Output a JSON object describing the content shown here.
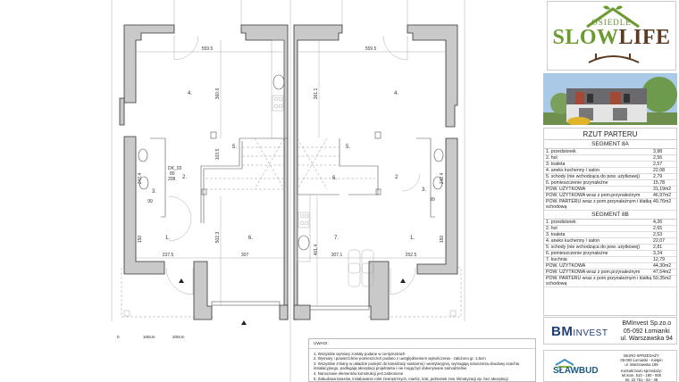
{
  "plan": {
    "dimensions": {
      "top_left_width": "559.5",
      "top_right_width": "559.5",
      "left_room4_height": "360.6",
      "right_room4_height": "361.1",
      "left_stair_offset": "103.5",
      "left_room6_height": "502.3",
      "left_room6_width": "307",
      "left_room1_width": "237.5",
      "left_room1_height": "150",
      "left_wc_height": "242.4",
      "left_wc_width": "99",
      "right_room7_width": "307.1",
      "right_room1_width": "252.5",
      "right_room7_height": "401.4",
      "right_room1_height": "150",
      "right_wc_height": "242.4",
      "right_wc_width": "99"
    },
    "rooms_left": [
      "1.",
      "2.",
      "3.",
      "4.",
      "5.",
      "6."
    ],
    "rooms_right": [
      "1.",
      "2",
      "3.",
      "4.",
      "5.",
      "6.",
      "7."
    ],
    "door_label": [
      "DK_03",
      "80",
      "208"
    ],
    "scale_bar": [
      "0",
      "100cm",
      "200cm"
    ]
  },
  "logo": {
    "top": "OSIEDLE",
    "slow": "SLOW",
    "life": "LIFE",
    "colors": {
      "green": "#6b9a2f",
      "brown": "#5a3b22"
    }
  },
  "table": {
    "title": "RZUT PARTERU",
    "segments": [
      {
        "name": "SEGMENT 8A",
        "rows": [
          {
            "label": "1. przedsionek",
            "value": "3,98"
          },
          {
            "label": "2. hol",
            "value": "2,56"
          },
          {
            "label": "3. toaleta",
            "value": "2,57"
          },
          {
            "label": "4. aneks kuchenny / salon",
            "value": "22,08"
          },
          {
            "label": "5. schody (nie wchodząca do pow. użytkowej)",
            "value": "2,79"
          },
          {
            "label": "6. pomieszczenie przynależne",
            "value": "15,78"
          },
          {
            "label": "POW. UŻYTKOWA",
            "value": "31,19m2"
          },
          {
            "label": "POW. UŻYTKOWA  wraz z pom.przynależnym",
            "value": "46,97m2"
          },
          {
            "label": "POW. PARTERU wraz z pom.przynależnym i klatką schodową",
            "value": "49,76m2"
          }
        ]
      },
      {
        "name": "SEGMENT 8B",
        "rows": [
          {
            "label": "1. przedsionek",
            "value": "4,26"
          },
          {
            "label": "2. hol",
            "value": "2,65"
          },
          {
            "label": "3. toaleta",
            "value": "2,53"
          },
          {
            "label": "4. aneks kuchenny / salon",
            "value": "22,07"
          },
          {
            "label": "5. schody (nie wchodząca do pow. użytkowej)",
            "value": "2,81"
          },
          {
            "label": "6. pomieszczenie przynależne",
            "value": "3,24"
          },
          {
            "label": "7. kuchnia",
            "value": "12,79"
          },
          {
            "label": "POW. UŻYTKOWA",
            "value": "44,30m2"
          },
          {
            "label": "POW. UŻYTKOWA  wraz z pom.przynależnym",
            "value": "47,54m2"
          },
          {
            "label": "POW. PARTERU wraz z pom.przynależnym i klatką schodową",
            "value": "50,35m2"
          }
        ]
      }
    ]
  },
  "bminvest": {
    "logo_bm": "BM",
    "logo_rest": "INVEST",
    "line1": "BMInvest Sp.zo.o",
    "line2": "05-092 Łomianki",
    "line3": "ul. Warszawska 94"
  },
  "slawbud": {
    "logo": "SŁAWBUD",
    "office_title": "BIURO SPRZEDAŻY",
    "office_line1": "05-092 Łomianki - Kiełpin",
    "office_line2": "ul. Warszawska 189",
    "contact_title": "Kontakt biuro sprzedaży:",
    "contact_line1": "tel.kom. 510 - 190 - 900",
    "contact_line2": "tel. 22 751 - 53 - 48"
  },
  "notes": {
    "title": "UWAGI:",
    "items": [
      "1. Wszystkie wymiary zostały podane w centymetrach",
      "2. Wymiary i powierzchnie pomieszczeń podano z uwzględnieniem wykończenia - założono gr. 1,5cm",
      "3. Wszystkie zmiany w układzie podejść do kanalizacji sanitarnej i wentylacyjnej, wymagają naruszenia obudowy szachtu instalacyjnego, podlegają akceptacji projektanta i nie mogą być dokonywane samodzielnie",
      "4. Naruszanie elementów konstrukcji jest zabronione",
      "5. Zabudowa tarasów, instalowanie rolet zewnętrznych, markiz, krat, jednostek zew. klimatyzacji itp. bez akceptacji"
    ]
  }
}
